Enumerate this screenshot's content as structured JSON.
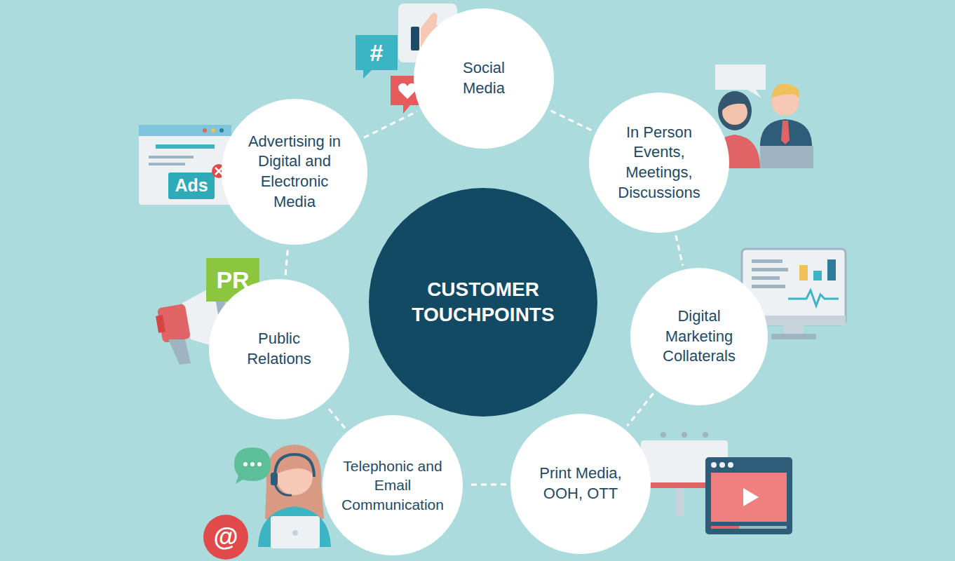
{
  "diagram": {
    "nodes": [
      {
        "text": [
          "CUSTOMER TOUCHPOINTS"
        ]
      },
      {
        "text": [
          "Social Media"
        ]
      },
      {
        "text": [
          "In Person Events, Meetings, Discussions"
        ]
      },
      {
        "text": [
          "Digital Marketing Collaterals"
        ]
      },
      {
        "text": [
          "Print Media, OOH, OTT"
        ]
      },
      {
        "text": [
          "Telephonic and Email Communication"
        ]
      },
      {
        "text": [
          "Public Relations"
        ]
      },
      {
        "text": [
          "Advertising in Digital and Electronic Media"
        ]
      }
    ],
    "edges": [
      {
        "from": 1,
        "to": 2,
        "arrow": "none"
      },
      {
        "from": 2,
        "to": 3,
        "arrow": "none"
      },
      {
        "from": 3,
        "to": 4,
        "arrow": "none"
      },
      {
        "from": 4,
        "to": 5,
        "arrow": "none"
      },
      {
        "from": 5,
        "to": 6,
        "arrow": "none"
      },
      {
        "from": 6,
        "to": 7,
        "arrow": "none"
      },
      {
        "from": 7,
        "to": 1,
        "arrow": "none"
      }
    ],
    "labels": [
      "#",
      "Ads",
      "PR",
      "@"
    ]
  }
}
